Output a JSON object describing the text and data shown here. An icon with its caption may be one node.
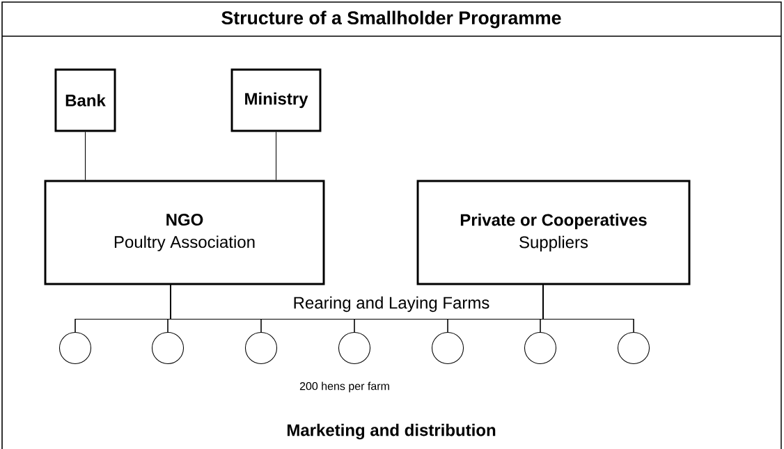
{
  "diagram": {
    "title": "Structure of a Smallholder Programme",
    "nodes": [
      {
        "text": [
          "Bank"
        ]
      },
      {
        "text": [
          "Ministry"
        ]
      },
      {
        "text": [
          "NGO",
          "Poultry Association"
        ]
      },
      {
        "text": [
          "Private or Cooperatives",
          "Suppliers"
        ]
      },
      {
        "text": [],
        "shape": "circle"
      },
      {
        "text": [],
        "shape": "circle"
      },
      {
        "text": [],
        "shape": "circle"
      },
      {
        "text": [],
        "shape": "circle"
      },
      {
        "text": [],
        "shape": "circle"
      },
      {
        "text": [],
        "shape": "circle"
      },
      {
        "text": [],
        "shape": "circle"
      }
    ],
    "edges": [
      {
        "from": 0,
        "to": 2,
        "arrow": "none"
      },
      {
        "from": 1,
        "to": 2,
        "arrow": "none"
      },
      {
        "from": 2,
        "to": 4,
        "arrow": "none"
      },
      {
        "from": 2,
        "to": 5,
        "arrow": "none"
      },
      {
        "from": 2,
        "to": 6,
        "arrow": "none"
      },
      {
        "from": 2,
        "to": 7,
        "arrow": "none"
      },
      {
        "from": 2,
        "to": 8,
        "arrow": "none"
      },
      {
        "from": 2,
        "to": 9,
        "arrow": "none"
      },
      {
        "from": 2,
        "to": 10,
        "arrow": "none"
      },
      {
        "from": 3,
        "to": 4,
        "arrow": "none"
      },
      {
        "from": 3,
        "to": 5,
        "arrow": "none"
      },
      {
        "from": 3,
        "to": 6,
        "arrow": "none"
      },
      {
        "from": 3,
        "to": 7,
        "arrow": "none"
      },
      {
        "from": 3,
        "to": 8,
        "arrow": "none"
      },
      {
        "from": 3,
        "to": 9,
        "arrow": "none"
      },
      {
        "from": 3,
        "to": 10,
        "arrow": "none"
      }
    ],
    "labels": [
      "Rearing and Laying Farms",
      "200 hens per farm",
      "Marketing and distribution"
    ]
  }
}
